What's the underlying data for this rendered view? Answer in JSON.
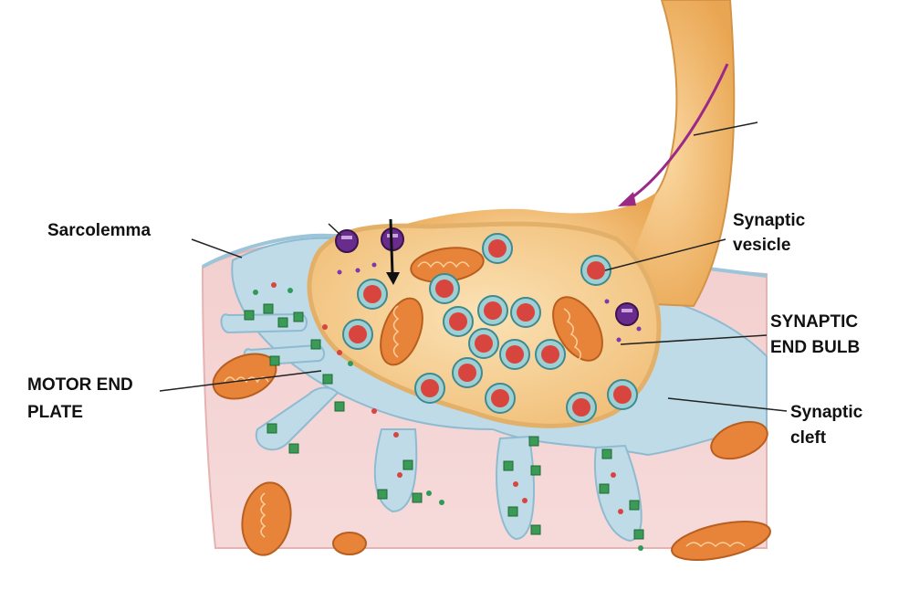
{
  "labels": {
    "sarcolemma": "Sarcolemma",
    "synaptic_vesicle_line1": "Synaptic",
    "synaptic_vesicle_line2": "vesicle",
    "synaptic_end_bulb_line1": "SYNAPTIC",
    "synaptic_end_bulb_line2": "END BULB",
    "motor_end_plate_line1": "MOTOR END",
    "motor_end_plate_line2": "PLATE",
    "synaptic_cleft_line1": "Synaptic",
    "synaptic_cleft_line2": "cleft"
  },
  "colors": {
    "axon": "#f3b96a",
    "end_bulb": "#f6cf8c",
    "cleft": "#b9d7e6",
    "muscle": "#f1c9c9",
    "vesicle": "#d8453f",
    "receptor": "#3b9a55",
    "mitochondria": "#e27b2e",
    "ach": "#8a3bb0"
  }
}
